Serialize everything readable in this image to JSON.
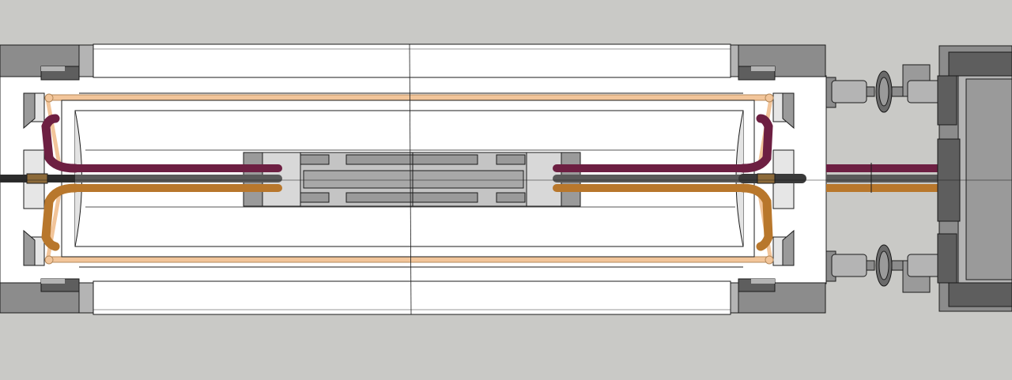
{
  "scene": {
    "kind": "3d-model-viewport",
    "text_labels": []
  },
  "colors": {
    "background": "#c9c9c6",
    "housing": "#ffffff",
    "housing_shadow": "#eeeeee",
    "bracket": "#8c8c8c",
    "bracket_dark": "#5e5e5e",
    "bracket_light": "#b4b4b4",
    "frame_rail": "#f2c59a",
    "frame_rail_edge": "#b58a5c",
    "insulator": "#d8d8d8",
    "spacer": "#9a9a9a",
    "cable_maroon": "#6d1f42",
    "cable_grey": "#5a5a5a",
    "cable_orange": "#b8772c",
    "cable_black": "#2c2c2c",
    "outline": "#1b1b1b"
  },
  "parts": [
    {
      "name": "outer-housing",
      "label": ""
    },
    {
      "name": "inner-frame",
      "label": ""
    },
    {
      "name": "left-mounting-bracket-top",
      "label": ""
    },
    {
      "name": "left-mounting-bracket-bottom",
      "label": ""
    },
    {
      "name": "right-mounting-bracket-top",
      "label": ""
    },
    {
      "name": "right-mounting-bracket-bottom",
      "label": ""
    },
    {
      "name": "center-insulator-block",
      "label": ""
    },
    {
      "name": "cable-bundle-left",
      "label": ""
    },
    {
      "name": "cable-bundle-right",
      "label": ""
    },
    {
      "name": "feedthrough-connector-top",
      "label": ""
    },
    {
      "name": "feedthrough-connector-bottom",
      "label": ""
    },
    {
      "name": "end-flange",
      "label": ""
    }
  ]
}
